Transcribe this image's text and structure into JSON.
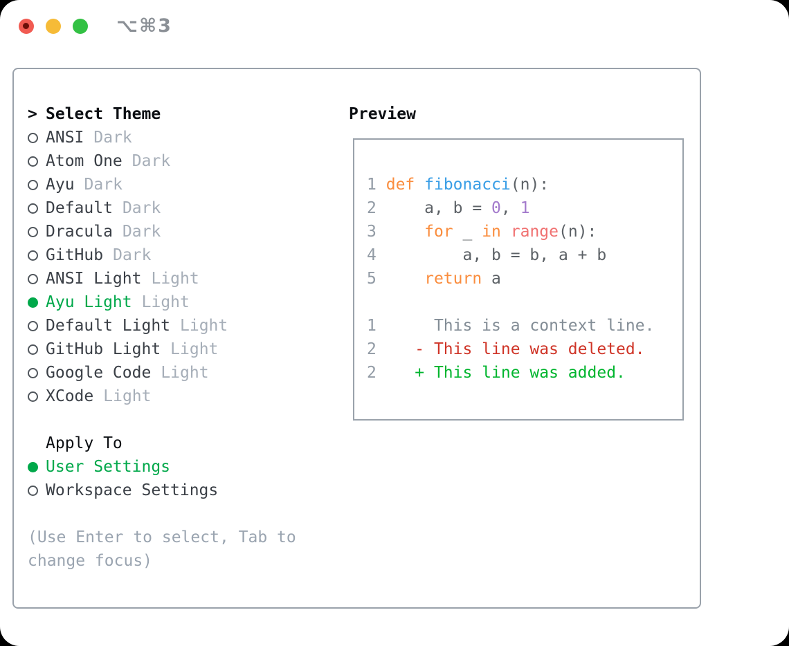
{
  "titlebar": {
    "title": "⌥⌘3",
    "traffic_lights": [
      "close",
      "minimize",
      "zoom"
    ]
  },
  "theme_panel": {
    "header_prefix": ">",
    "header": "Select Theme",
    "items": [
      {
        "name": "ANSI",
        "tag": "Dark",
        "selected": false
      },
      {
        "name": "Atom One",
        "tag": "Dark",
        "selected": false
      },
      {
        "name": "Ayu",
        "tag": "Dark",
        "selected": false
      },
      {
        "name": "Default",
        "tag": "Dark",
        "selected": false
      },
      {
        "name": "Dracula",
        "tag": "Dark",
        "selected": false
      },
      {
        "name": "GitHub",
        "tag": "Dark",
        "selected": false
      },
      {
        "name": "ANSI Light",
        "tag": "Light",
        "selected": false
      },
      {
        "name": "Ayu Light",
        "tag": "Light",
        "selected": true
      },
      {
        "name": "Default Light",
        "tag": "Light",
        "selected": false
      },
      {
        "name": "GitHub Light",
        "tag": "Light",
        "selected": false
      },
      {
        "name": "Google Code",
        "tag": "Light",
        "selected": false
      },
      {
        "name": "XCode",
        "tag": "Light",
        "selected": false
      }
    ]
  },
  "apply_panel": {
    "header": "Apply To",
    "items": [
      {
        "name": "User Settings",
        "selected": true
      },
      {
        "name": "Workspace Settings",
        "selected": false
      }
    ]
  },
  "hint": "(Use Enter to select, Tab to change focus)",
  "preview": {
    "header": "Preview",
    "code_lines": [
      {
        "tokens": [
          [
            "ln",
            "1"
          ],
          [
            "plain",
            " "
          ],
          [
            "kw",
            "def"
          ],
          [
            "plain",
            " "
          ],
          [
            "fn",
            "fibonacci"
          ],
          [
            "plain",
            "(n):"
          ]
        ]
      },
      {
        "tokens": [
          [
            "ln",
            "2"
          ],
          [
            "plain",
            "     a, b = "
          ],
          [
            "num",
            "0"
          ],
          [
            "plain",
            ", "
          ],
          [
            "num",
            "1"
          ]
        ]
      },
      {
        "tokens": [
          [
            "ln",
            "3"
          ],
          [
            "plain",
            "     "
          ],
          [
            "kw",
            "for"
          ],
          [
            "plain",
            " _ "
          ],
          [
            "kw",
            "in"
          ],
          [
            "plain",
            " "
          ],
          [
            "builtin",
            "range"
          ],
          [
            "plain",
            "(n):"
          ]
        ]
      },
      {
        "tokens": [
          [
            "ln",
            "4"
          ],
          [
            "plain",
            "         a, b = b, a + b"
          ]
        ]
      },
      {
        "tokens": [
          [
            "ln",
            "5"
          ],
          [
            "plain",
            "     "
          ],
          [
            "kw",
            "return"
          ],
          [
            "plain",
            " a"
          ]
        ]
      }
    ],
    "diff_lines": [
      {
        "tokens": [
          [
            "ln",
            "1"
          ],
          [
            "ctx",
            "      This is a context line."
          ]
        ]
      },
      {
        "tokens": [
          [
            "ln",
            "2"
          ],
          [
            "plain",
            "    "
          ],
          [
            "del",
            "- This line was deleted."
          ]
        ]
      },
      {
        "tokens": [
          [
            "ln",
            "2"
          ],
          [
            "plain",
            "    "
          ],
          [
            "add",
            "+ This line was added."
          ]
        ]
      }
    ]
  },
  "colors": {
    "accent_green": "#00a84a",
    "muted": "#a6aeb8",
    "text": "#3a3f46",
    "header_text": "#0c0f13",
    "border": "#9aa2ab",
    "hint": "#9aa4b0",
    "title": "#8b9096",
    "traffic_red": "#f15b52",
    "traffic_red_dot": "#6b0f08",
    "traffic_yellow": "#f6bb37",
    "traffic_green": "#33c144",
    "code_plain": "#5c6166",
    "code_keyword": "#fa8d3e",
    "code_function": "#399ee6",
    "code_number": "#a37acc",
    "code_builtin": "#f07171",
    "code_linenum": "#929ba5",
    "diff_context": "#838d96",
    "diff_deleted": "#cf3427",
    "diff_added": "#00b52e"
  }
}
